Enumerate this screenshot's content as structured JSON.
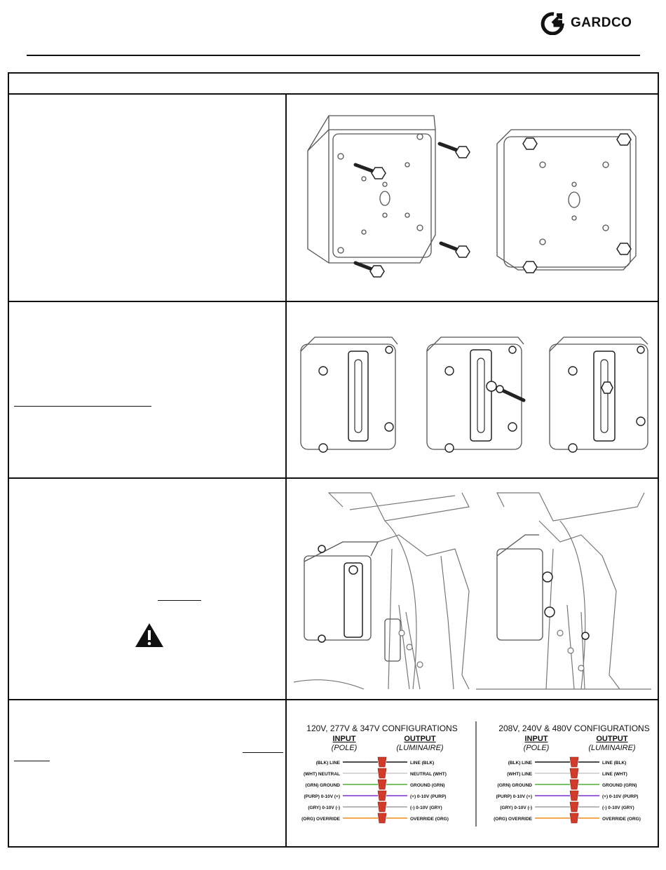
{
  "brand": {
    "name": "GARDCO"
  },
  "wiring": {
    "left": {
      "title": "120V, 277V & 347V CONFIGURATIONS",
      "input_title": "INPUT",
      "input_sub": "(POLE)",
      "output_title": "OUTPUT",
      "output_sub": "(LUMINAIRE)",
      "rows": [
        {
          "input": "(BLK) LINE",
          "output": "LINE (BLK)",
          "color": "#111111"
        },
        {
          "input": "(WHT) NEUTRAL",
          "output": "NEUTRAL (WHT)",
          "color": "#c8c8c8"
        },
        {
          "input": "(GRN) GROUND",
          "output": "GROUND (GRN)",
          "color": "#4caf32"
        },
        {
          "input": "(PURP) 0-10V (+)",
          "output": "(+) 0-10V (PURP)",
          "color": "#7a2fd0"
        },
        {
          "input": "(GRY) 0-10V (-)",
          "output": "(-) 0-10V (GRY)",
          "color": "#a0a0a0"
        },
        {
          "input": "(ORG) OVERRIDE",
          "output": "OVERRIDE (ORG)",
          "color": "#f08a1c"
        }
      ]
    },
    "right": {
      "title": "208V, 240V & 480V CONFIGURATIONS",
      "input_title": "INPUT",
      "input_sub": "(POLE)",
      "output_title": "OUTPUT",
      "output_sub": "(LUMINAIRE)",
      "rows": [
        {
          "input": "(BLK) LINE",
          "output": "LINE (BLK)",
          "color": "#111111"
        },
        {
          "input": "(WHT) LINE",
          "output": "LINE (WHT)",
          "color": "#c8c8c8"
        },
        {
          "input": "(GRN) GROUND",
          "output": "GROUND (GRN)",
          "color": "#4caf32"
        },
        {
          "input": "(PURP) 0-10V (+)",
          "output": "(+) 0-10V (PURP)",
          "color": "#7a2fd0"
        },
        {
          "input": "(GRY) 0-10V (-)",
          "output": "(-) 0-10V (GRY)",
          "color": "#a0a0a0"
        },
        {
          "input": "(ORG) OVERRIDE",
          "output": "OVERRIDE (ORG)",
          "color": "#f08a1c"
        }
      ]
    },
    "wirenut_color": "#d23a2a"
  },
  "icons": {
    "logo": "gardco-logo-icon",
    "warning": "warning-triangle-icon"
  }
}
